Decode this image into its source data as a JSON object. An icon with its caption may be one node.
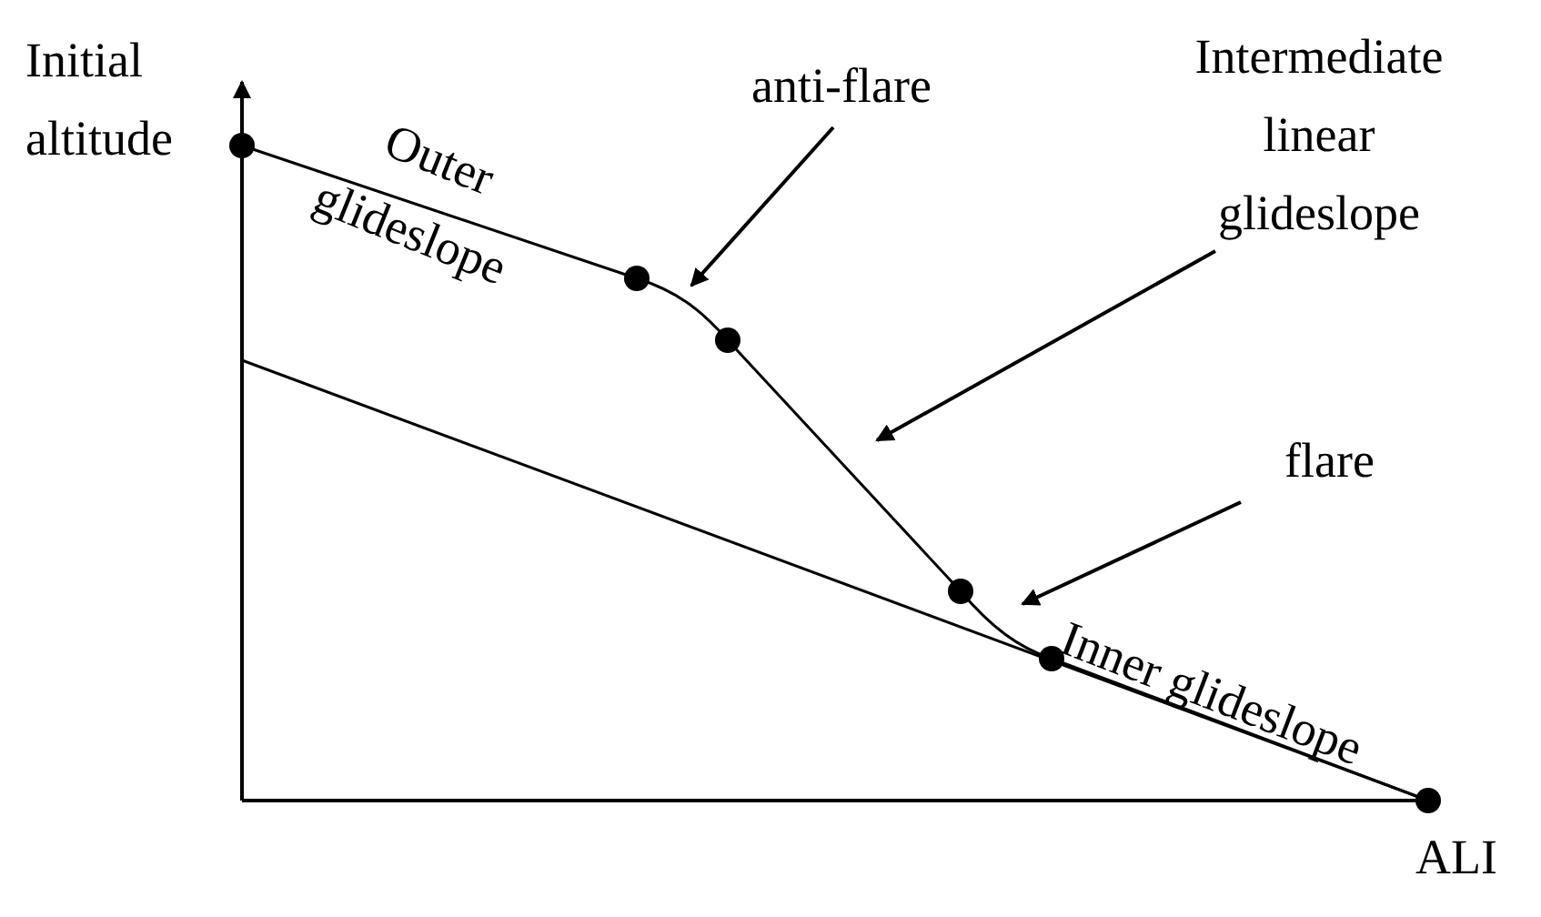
{
  "diagram": {
    "nodes": [
      {
        "text": [
          "anti-flare"
        ]
      },
      {
        "text": [
          "Intermediate linear glideslope"
        ]
      },
      {
        "text": [
          "flare"
        ]
      }
    ],
    "edges": [
      {
        "from": 0,
        "to": null,
        "arrow": "to"
      },
      {
        "from": 1,
        "to": null,
        "arrow": "to"
      },
      {
        "from": 2,
        "to": null,
        "arrow": "to"
      }
    ],
    "labels": [
      "Initial altitude",
      "Outer glideslope",
      "Inner glideslope",
      "ALI"
    ]
  }
}
